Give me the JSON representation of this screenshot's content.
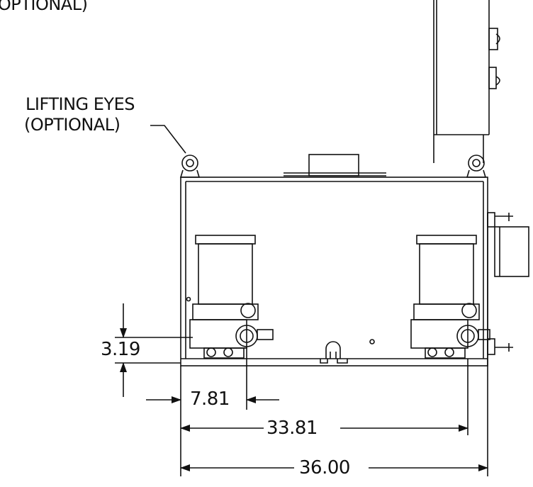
{
  "callouts": {
    "top_cut": "(OPTIONAL)",
    "lifting_eyes_line1": "LIFTING EYES",
    "lifting_eyes_line2": "(OPTIONAL)"
  },
  "dimensions": {
    "height": "3.19",
    "offset": "7.81",
    "pump_span": "33.81",
    "overall_width": "36.00"
  },
  "colors": {
    "line": "#111111",
    "background": "#ffffff"
  }
}
